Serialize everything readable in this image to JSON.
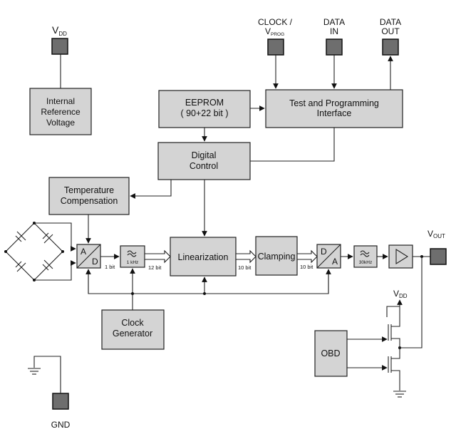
{
  "pins": {
    "vdd_top": {
      "main": "V",
      "sub": "DD"
    },
    "clock": {
      "line1": "CLOCK /",
      "main2": "V",
      "sub2": "PROG"
    },
    "data_in": {
      "line1": "DATA",
      "line2": "IN"
    },
    "data_out": {
      "line1": "DATA",
      "line2": "OUT"
    },
    "vout": {
      "main": "V",
      "sub": "OUT"
    },
    "vdd_right": {
      "main": "V",
      "sub": "DD"
    },
    "gnd": "GND"
  },
  "blocks": {
    "internal_ref": [
      "Internal",
      "Reference",
      "Voltage"
    ],
    "eeprom": [
      "EEPROM",
      "( 90+22 bit )"
    ],
    "test_prog": [
      "Test and Programming",
      "Interface"
    ],
    "digital_control": [
      "Digital",
      "Control"
    ],
    "temp_comp": [
      "Temperature",
      "Compensation"
    ],
    "linearization": "Linearization",
    "clamping": "Clamping",
    "clock_gen": [
      "Clock",
      "Generator"
    ],
    "obd": "OBD",
    "adc": {
      "top": "A",
      "bottom": "D"
    },
    "dac": {
      "top": "D",
      "bottom": "A"
    },
    "filter1": "1 kHz",
    "filter2": "30kHz"
  },
  "bus_labels": {
    "b1": "1 bit",
    "b12": "12 bit",
    "b10a": "10 bit",
    "b10b": "10 bit"
  }
}
